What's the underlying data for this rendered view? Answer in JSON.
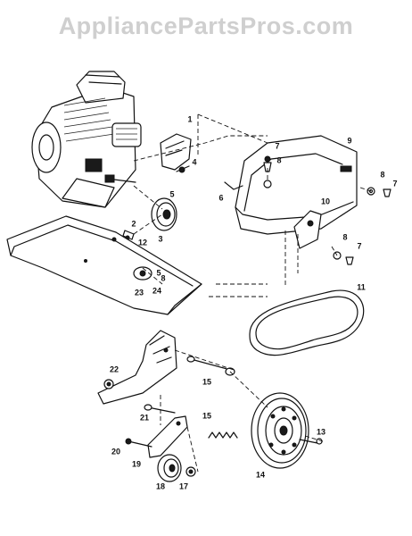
{
  "watermark": "AppliancePartsPros.com",
  "part_labels": [
    {
      "id": "1",
      "text": "1"
    },
    {
      "id": "2",
      "text": "2"
    },
    {
      "id": "3",
      "text": "3"
    },
    {
      "id": "4",
      "text": "4"
    },
    {
      "id": "5a",
      "text": "5"
    },
    {
      "id": "5b",
      "text": "5"
    },
    {
      "id": "6",
      "text": "6"
    },
    {
      "id": "7a",
      "text": "7"
    },
    {
      "id": "7b",
      "text": "7"
    },
    {
      "id": "7c",
      "text": "7"
    },
    {
      "id": "8a",
      "text": "8"
    },
    {
      "id": "8b",
      "text": "8"
    },
    {
      "id": "8c",
      "text": "8"
    },
    {
      "id": "8d",
      "text": "8"
    },
    {
      "id": "9",
      "text": "9"
    },
    {
      "id": "10",
      "text": "10"
    },
    {
      "id": "11",
      "text": "11"
    },
    {
      "id": "12",
      "text": "12"
    },
    {
      "id": "13",
      "text": "13"
    },
    {
      "id": "14",
      "text": "14"
    },
    {
      "id": "15a",
      "text": "15"
    },
    {
      "id": "15b",
      "text": "15"
    },
    {
      "id": "17",
      "text": "17"
    },
    {
      "id": "18",
      "text": "18"
    },
    {
      "id": "19",
      "text": "19"
    },
    {
      "id": "20",
      "text": "20"
    },
    {
      "id": "21",
      "text": "21"
    },
    {
      "id": "22",
      "text": "22"
    },
    {
      "id": "23",
      "text": "23"
    },
    {
      "id": "24",
      "text": "24"
    }
  ]
}
